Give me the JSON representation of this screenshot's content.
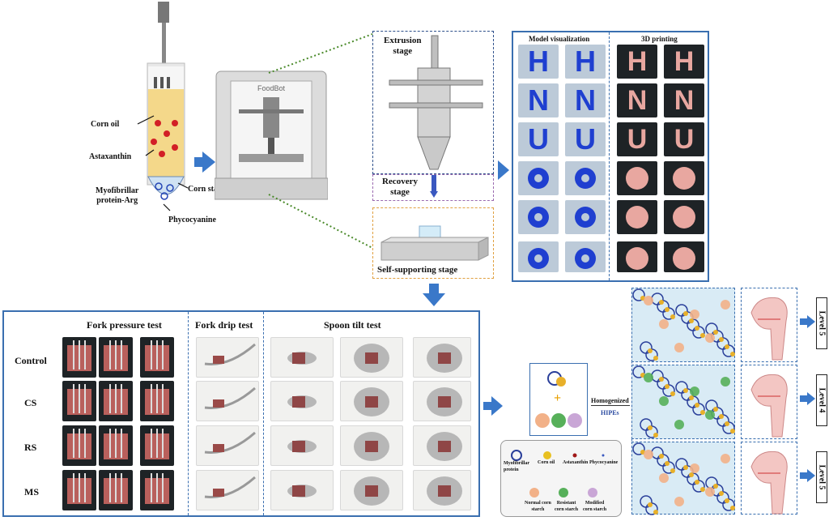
{
  "top_left": {
    "labels": {
      "corn_oil": "Corn oil",
      "astaxanthin": "Astaxanthin",
      "myofibrillar": "Myofibrillar\nprotein-Arg",
      "corn_starch": "Corn starch",
      "phycocyanine": "Phycocyanine"
    },
    "printer_brand": "FoodBot"
  },
  "stages": {
    "extrusion": "Extrusion\nstage",
    "recovery": "Recovery\nstage",
    "self_supporting": "Self-supporting stage"
  },
  "model_panel": {
    "model_header": "Model visualization",
    "print_header": "3D printing",
    "letters": [
      "H",
      "N",
      "U"
    ]
  },
  "tests_panel": {
    "fork_pressure": "Fork pressure test",
    "fork_drip": "Fork drip test",
    "spoon_tilt": "Spoon tilt test",
    "rows": [
      "Control",
      "CS",
      "RS",
      "MS"
    ]
  },
  "mechanism": {
    "homogenized": "Homogenized",
    "hipes": "HIPEs",
    "plus": "+",
    "levels": [
      "Level 5",
      "Level 4",
      "Level 5"
    ],
    "legend": {
      "myofibrillar": "Myofibrillar\nprotein",
      "corn_oil": "Corn oil",
      "astaxanthin": "Astaxanthin",
      "phycocyanine": "Phycocyanine",
      "normal_starch": "Normal corn\nstarch",
      "resistant_starch": "Resistant\ncorn starch",
      "modified_starch": "Modified\ncorn starch"
    }
  },
  "colors": {
    "panel_border": "#3a6fb0",
    "arrow": "#3a78c9",
    "model_blue": "#1f3fd0",
    "print_pink": "#e8a7a0",
    "oil_yellow": "#f4d88a",
    "astaxanthin_red": "#d21f26",
    "mesh_bg": "#d9ebf5"
  }
}
